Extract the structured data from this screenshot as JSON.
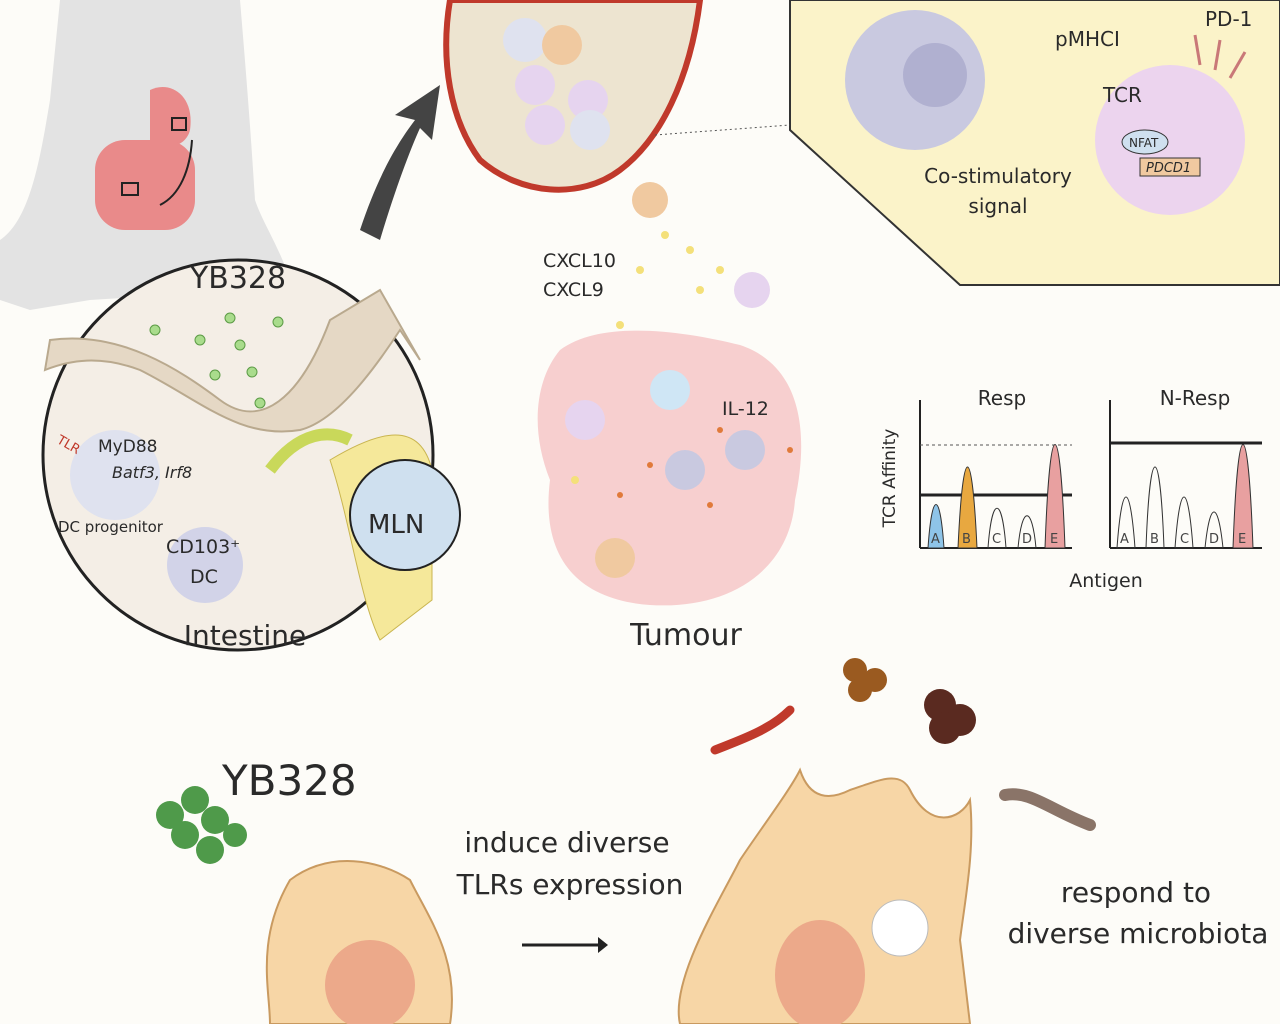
{
  "intestine_panel": {
    "title": "YB328",
    "tlr": "TLR",
    "myd88": "MyD88",
    "genes": "Batf3, Irf8",
    "dc_progenitor": "DC progenitor",
    "cd103": "CD103⁺",
    "dc": "DC",
    "mln": "MLN",
    "label": "Intestine"
  },
  "tumour_panel": {
    "cxcl10": "CXCL10",
    "cxcl9": "CXCL9",
    "il12": "IL-12",
    "label": "Tumour"
  },
  "synapse_panel": {
    "pmhci": "pMHCI",
    "pd1": "PD-1",
    "tcr": "TCR",
    "nfat": "NFAT",
    "pdcd1": "PDCD1",
    "costim_line1": "Co-stimulatory",
    "costim_line2": "signal"
  },
  "affinity_charts": {
    "ylabel": "TCR Affinity",
    "xlabel": "Antigen",
    "resp": {
      "title": "Resp",
      "antigens": [
        "A",
        "B",
        "C",
        "D",
        "E"
      ]
    },
    "nresp": {
      "title": "N-Resp",
      "antigens": [
        "A",
        "B",
        "C",
        "D",
        "E"
      ]
    }
  },
  "bottom_panel": {
    "title": "YB328",
    "induce_line1": "induce diverse",
    "induce_line2": "TLRs expression",
    "respond_line1": "respond to",
    "respond_line2": "diverse microbiota"
  },
  "colors": {
    "gut": "#e98a8a",
    "cell": "#f7d6a6",
    "tumour": "#f7cfcf",
    "panel": "#fbf3c9"
  }
}
